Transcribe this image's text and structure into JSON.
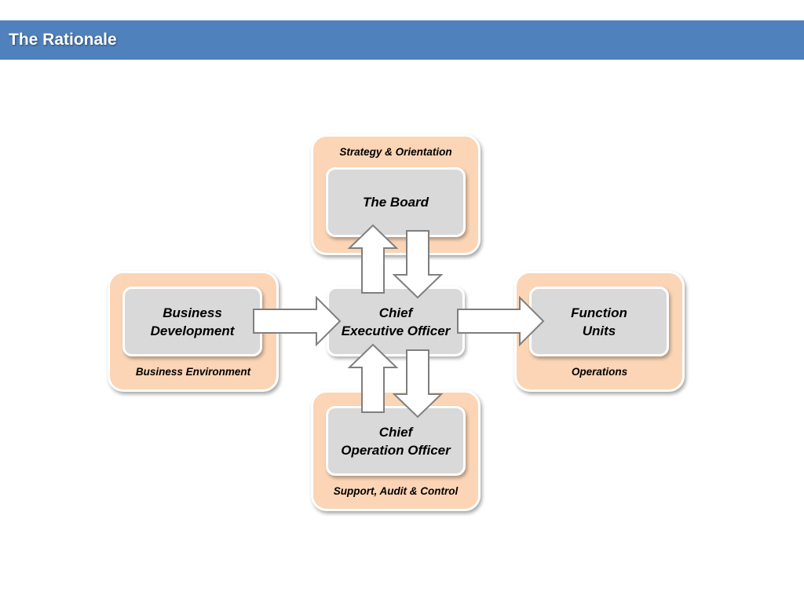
{
  "slide": {
    "title": "The Rationale"
  },
  "diagram": {
    "top": {
      "caption": "Strategy & Orientation",
      "box_lines": [
        "The Board"
      ]
    },
    "left": {
      "caption": "Business Environment",
      "box_lines": [
        "Business",
        "Development"
      ]
    },
    "center": {
      "box_lines": [
        "Chief",
        "Executive Officer"
      ]
    },
    "right": {
      "caption": "Operations",
      "box_lines": [
        "Function",
        "Units"
      ]
    },
    "bottom": {
      "caption": "Support, Audit & Control",
      "box_lines": [
        "Chief",
        "Operation Officer"
      ]
    },
    "colors": {
      "title_bar": "#4f81bd",
      "outer_panel": "#fbd5b5",
      "inner_box": "#d9d9d9",
      "arrow_stroke": "#7f7f7f"
    }
  }
}
